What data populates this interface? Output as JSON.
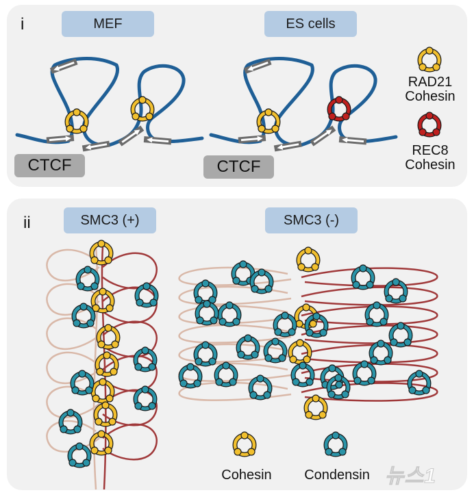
{
  "panel_i": {
    "label": "i",
    "conditions": [
      "MEF",
      "ES cells"
    ],
    "ctcf_label": "CTCF",
    "legend": [
      {
        "name": "RAD21",
        "sub": "Cohesin",
        "icon": "rad21-cohesin-ring-icon",
        "color": "#f2c02e"
      },
      {
        "name": "REC8",
        "sub": "Cohesin",
        "icon": "rec8-cohesin-ring-icon",
        "color": "#c0201f"
      }
    ]
  },
  "panel_ii": {
    "label": "ii",
    "conditions": [
      "SMC3 (+)",
      "SMC3 (-)"
    ],
    "legend": [
      {
        "name": "Cohesin",
        "icon": "cohesin-ring-icon",
        "color": "#f2c02e"
      },
      {
        "name": "Condensin",
        "icon": "condensin-ring-icon",
        "color": "#2a94a8"
      }
    ]
  },
  "colors": {
    "chromatin_blue": "#1f5f96",
    "ctcf_arrow_gray": "#6b6b6b",
    "chromatin_light": "#d9b8a8",
    "chromatin_dark": "#a0393a",
    "cohesin_yellow": "#f2c02e",
    "rec8_red": "#c0201f",
    "condensin_teal": "#2a94a8"
  },
  "watermark": "뉴스1"
}
